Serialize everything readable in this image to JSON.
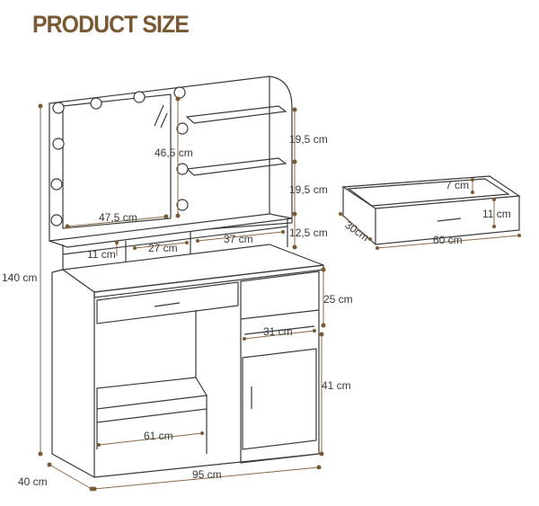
{
  "title": "PRODUCT SIZE",
  "colors": {
    "accent": "#7a5a34",
    "line": "#3a3a3a",
    "dimension": "#8a6a44"
  },
  "dimensions": {
    "height_total": "140 cm",
    "depth": "40 cm",
    "width_total": "95 cm",
    "mirror_height": "46,5 cm",
    "mirror_width": "47,5 cm",
    "shelf_1": "19,5 cm",
    "shelf_2": "19,5 cm",
    "shelf_3": "12,5 cm",
    "compartment_small": "11 cm",
    "compartment_mid": "27 cm",
    "compartment_right": "37 cm",
    "cabinet_upper": "25 cm",
    "cabinet_width": "31 cm",
    "cabinet_lower": "41 cm",
    "legroom_width": "61 cm"
  },
  "drawer": {
    "depth_inner": "7 cm",
    "height": "11 cm",
    "depth": "30cm",
    "width": "60 cm"
  }
}
